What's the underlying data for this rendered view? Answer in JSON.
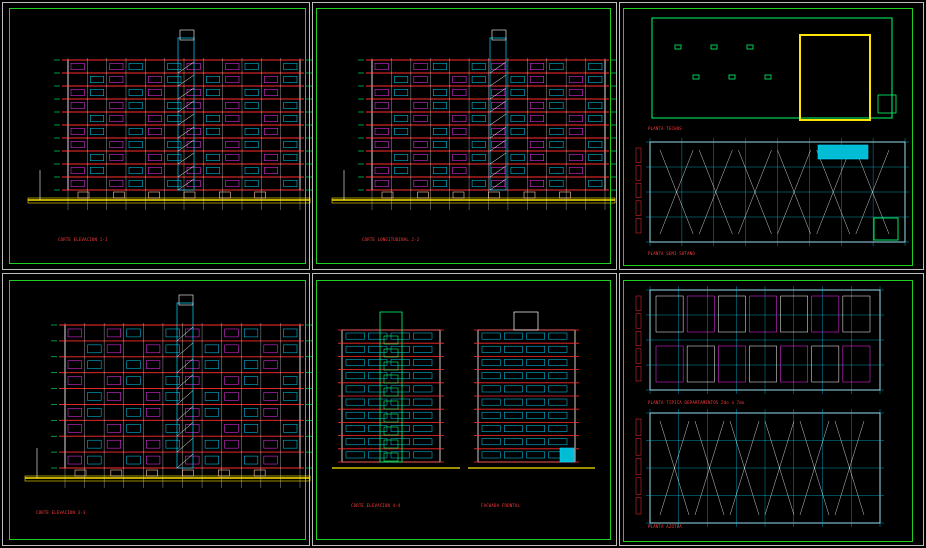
{
  "sheets": [
    {
      "id": "elev-1",
      "caption": "CORTE ELEVACION 1-1"
    },
    {
      "id": "elev-2",
      "caption": "CORTE LONGITUDINAL 2-2"
    },
    {
      "id": "plan-top",
      "caption": "PLANTA TECHOS"
    },
    {
      "id": "plan-base",
      "caption": "PLANTA SEMI-SOTANO"
    },
    {
      "id": "elev-3",
      "caption": "CORTE ELEVACION 3-3"
    },
    {
      "id": "elev-4",
      "caption": "CORTE ELEVACION 4-4"
    },
    {
      "id": "facade",
      "caption": "FACHADA FRONTAL"
    },
    {
      "id": "plan-typical",
      "caption": "PLANTA TIPICA DEPARTAMENTOS 2do a 7mo"
    },
    {
      "id": "plan-roof",
      "caption": "PLANTA AZOTEA"
    }
  ],
  "colors": {
    "frame": "#1fd01f",
    "border": "#bdbdbd",
    "slab": "#ff2d2d",
    "line": "#ffffff",
    "window": "#00d7ff",
    "accent": "#ff33ff",
    "ground": "#ffe600",
    "fill": "#00ff6a"
  }
}
